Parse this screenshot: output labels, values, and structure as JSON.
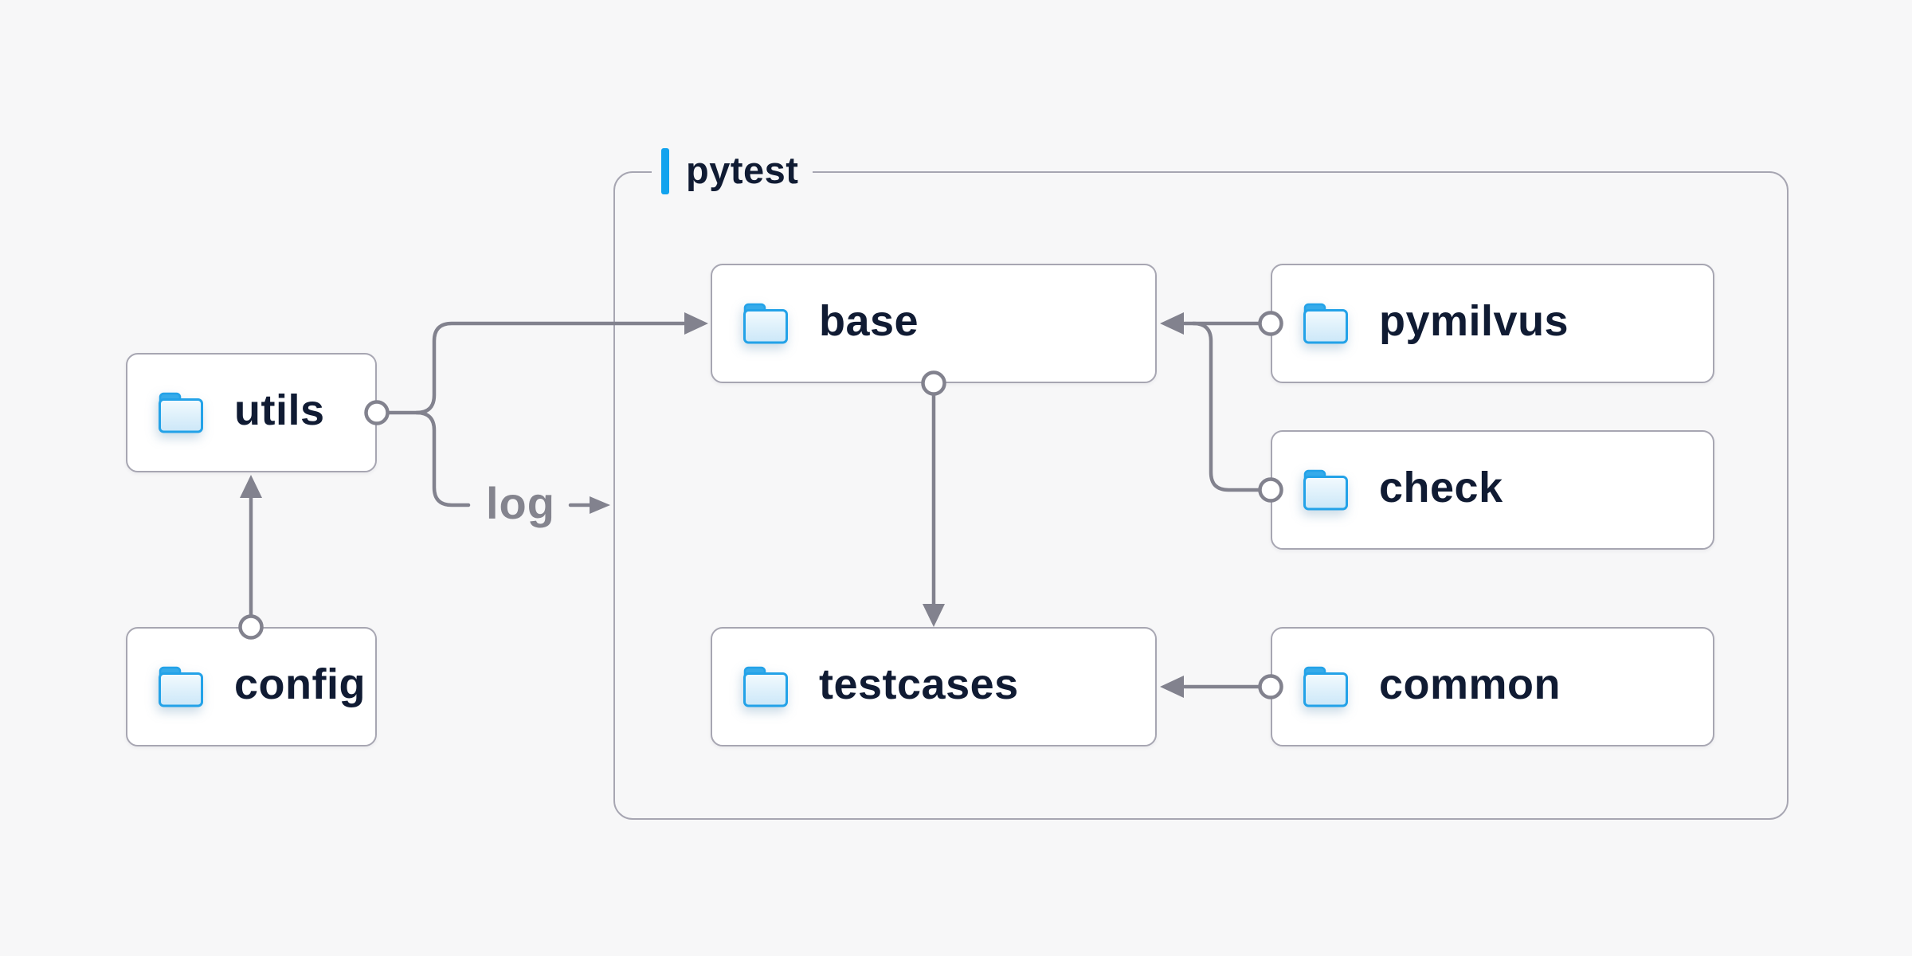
{
  "page": {
    "background_color": "#f7f7f8",
    "node_background_color": "#ffffff",
    "border_color": "#a7a6b2",
    "connector_color": "#82828e",
    "text_color": "#101b33",
    "accent_blue": "#12a3ee",
    "folder_blue": "#23a2e8"
  },
  "container": {
    "label": "pytest"
  },
  "nodes": [
    {
      "id": "utils",
      "label": "utils"
    },
    {
      "id": "config",
      "label": "config"
    },
    {
      "id": "base",
      "label": "base"
    },
    {
      "id": "pymilvus",
      "label": "pymilvus"
    },
    {
      "id": "check",
      "label": "check"
    },
    {
      "id": "testcases",
      "label": "testcases"
    },
    {
      "id": "common",
      "label": "common"
    }
  ],
  "edges": [
    {
      "from": "config",
      "to": "utils",
      "label": ""
    },
    {
      "from": "utils",
      "to": "base",
      "label": ""
    },
    {
      "from": "utils",
      "to": "pytest",
      "label": "log"
    },
    {
      "from": "base",
      "to": "testcases",
      "label": ""
    },
    {
      "from": "pymilvus",
      "to": "base",
      "label": ""
    },
    {
      "from": "check",
      "to": "base",
      "label": ""
    },
    {
      "from": "common",
      "to": "testcases",
      "label": ""
    }
  ]
}
